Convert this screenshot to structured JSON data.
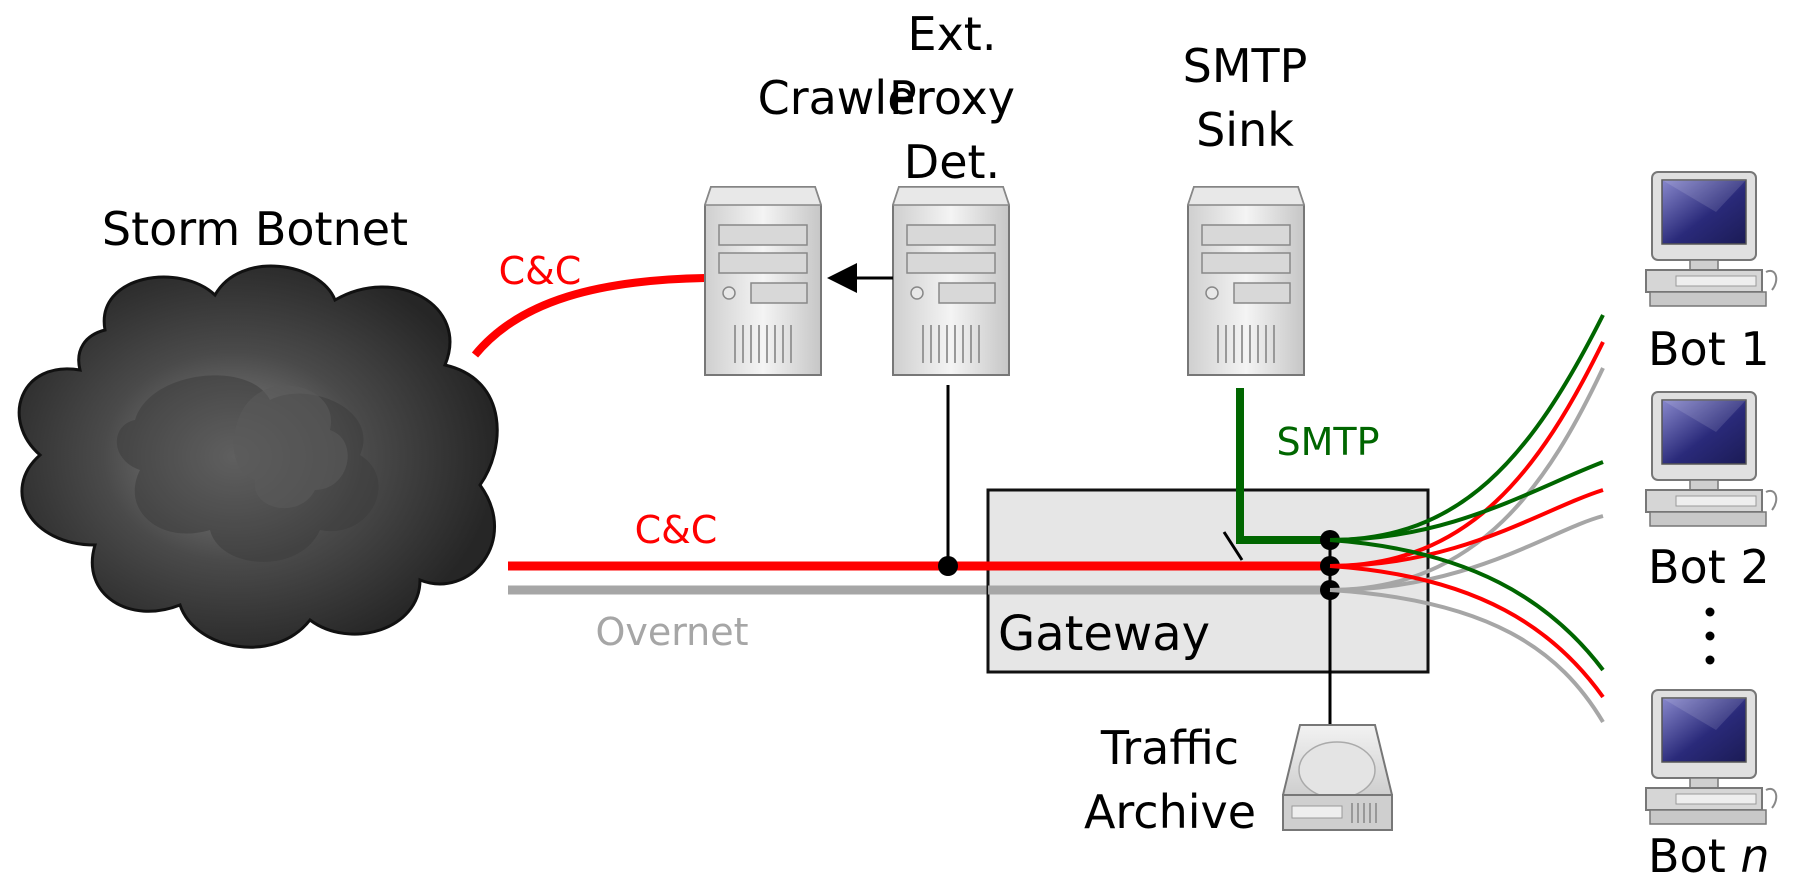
{
  "labels": {
    "storm_botnet": "Storm Botnet",
    "cc_top": "C&C",
    "cc_main": "C&C",
    "overnet": "Overnet",
    "smtp_link": "SMTP",
    "gateway": "Gateway",
    "traffic_line1": "Traffic",
    "traffic_line2": "Archive",
    "ext_line1": "Ext.",
    "ext_line2": "Proxy",
    "ext_line3": "Det.",
    "crawler": "Crawler",
    "sink_line1": "SMTP",
    "sink_line2": "Sink",
    "bot1": "Bot 1",
    "bot2": "Bot 2",
    "botn_prefix": "Bot ",
    "botn_suffix": "n"
  },
  "colors": {
    "cc": "#ff0000",
    "smtp": "#006600",
    "overnet": "#a6a6a6",
    "gateway_fill": "#e6e6e6",
    "cloud": "#3a3a3a",
    "monitor_screen": "#2a2a7a"
  },
  "icons": [
    "cloud-icon",
    "server-icon",
    "hard-drive-icon",
    "computer-icon"
  ]
}
